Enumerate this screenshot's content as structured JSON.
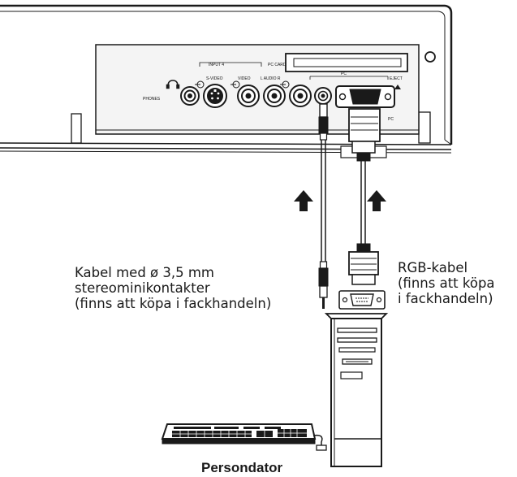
{
  "panel_labels": {
    "input_label": "INPUT 4",
    "pc_card": "PC CARD",
    "s_video": "S-VIDEO",
    "video": "VIDEO",
    "l_audio_r": "L  AUDIO  R",
    "pc": "PC",
    "eject": "EJECT",
    "phones": "PHONES",
    "pc_cable": "PC"
  },
  "labels": {
    "audio_cable": [
      "Kabel med ø 3,5 mm",
      "stereominikontakter",
      "(finns att köpa i fackhandeln)"
    ],
    "rgb_cable": [
      "RGB-kabel",
      "(finns att köpa",
      "i fackhandeln)"
    ],
    "computer": "Persondator"
  },
  "colors": {
    "ink": "#1a1a1a",
    "panel": "#f4f4f4",
    "background": "#ffffff"
  }
}
